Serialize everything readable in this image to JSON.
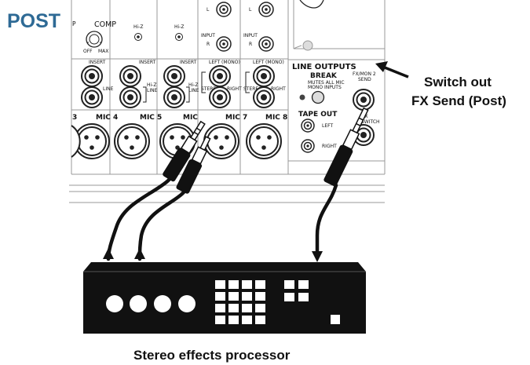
{
  "title": "POST",
  "colors": {
    "title": "#2e6a95",
    "ink": "#111111",
    "panel_line": "#999999"
  },
  "panel": {
    "comp_label": "COMP",
    "comp_off": "OFF",
    "comp_max": "MAX",
    "hiz": "Hi-Z",
    "input": "INPUT",
    "l": "L",
    "r": "R",
    "insert": "INSERT",
    "line": "LINE",
    "left_mono": "LEFT (MONO)",
    "right": "RIGHT",
    "stereo": "STEREO",
    "mic4": "MIC 4",
    "mic5": "MIC 5",
    "mic6": "MIC",
    "mic7": "MIC 7",
    "mic8": "MIC 8",
    "mic3": "3",
    "p": "P",
    "line_outputs": "LINE OUTPUTS",
    "break": "BREAK",
    "break_sub1": "MUTES ALL MIC",
    "break_sub2": "MONO INPUTS",
    "fxmon": "FX/MON 2",
    "send": "SEND",
    "fx": "FX",
    "switch": "SWITCH",
    "tape_out": "TAPE OUT",
    "left": "LEFT",
    "tape_right": "RIGHT"
  },
  "callout": {
    "line1": "Switch out",
    "line2": "FX Send (Post)"
  },
  "device_label": "Stereo effects processor"
}
